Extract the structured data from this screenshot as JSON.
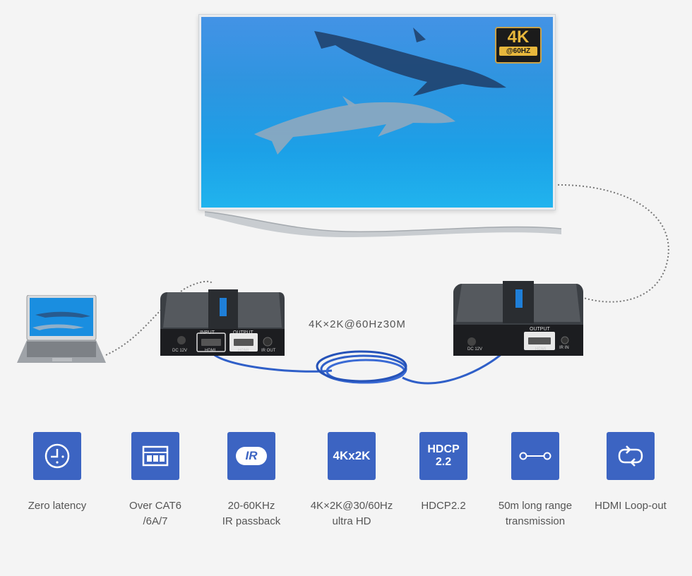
{
  "tv": {
    "badge_big": "4K",
    "badge_small": "@60HZ"
  },
  "transmitter": {
    "input_label": "INPUT",
    "output_label": "OUTPUT",
    "hdmi_in": "HDMI",
    "hdmi_out": "HDMI",
    "power": "DC 12V",
    "ir": "IR OUT"
  },
  "receiver": {
    "output_label": "OUTPUT",
    "hdmi_out": "HDMI",
    "power": "DC 12V",
    "ir": "IR IN"
  },
  "cable_label": "4K×2K@60Hz30M",
  "features": [
    {
      "icon": "clock-icon",
      "label": "Zero latency"
    },
    {
      "icon": "ethernet-port-icon",
      "label": "Over CAT6\n/6A/7"
    },
    {
      "icon": "ir-icon",
      "icon_text": "IR",
      "label": "20-60KHz\nIR passback"
    },
    {
      "icon": "4k-icon",
      "icon_text": "4Kx2K",
      "label": "4K×2K@30/60Hz\nultra HD"
    },
    {
      "icon": "hdcp-icon",
      "icon_text": "HDCP",
      "icon_text2": "2.2",
      "label": "HDCP2.2"
    },
    {
      "icon": "cable-range-icon",
      "label": "50m long range\ntransmission"
    },
    {
      "icon": "loop-icon",
      "label": "HDMI Loop-out"
    }
  ],
  "colors": {
    "accent": "#3c64c2",
    "cable": "#2f5fc8",
    "background": "#f4f4f4"
  }
}
